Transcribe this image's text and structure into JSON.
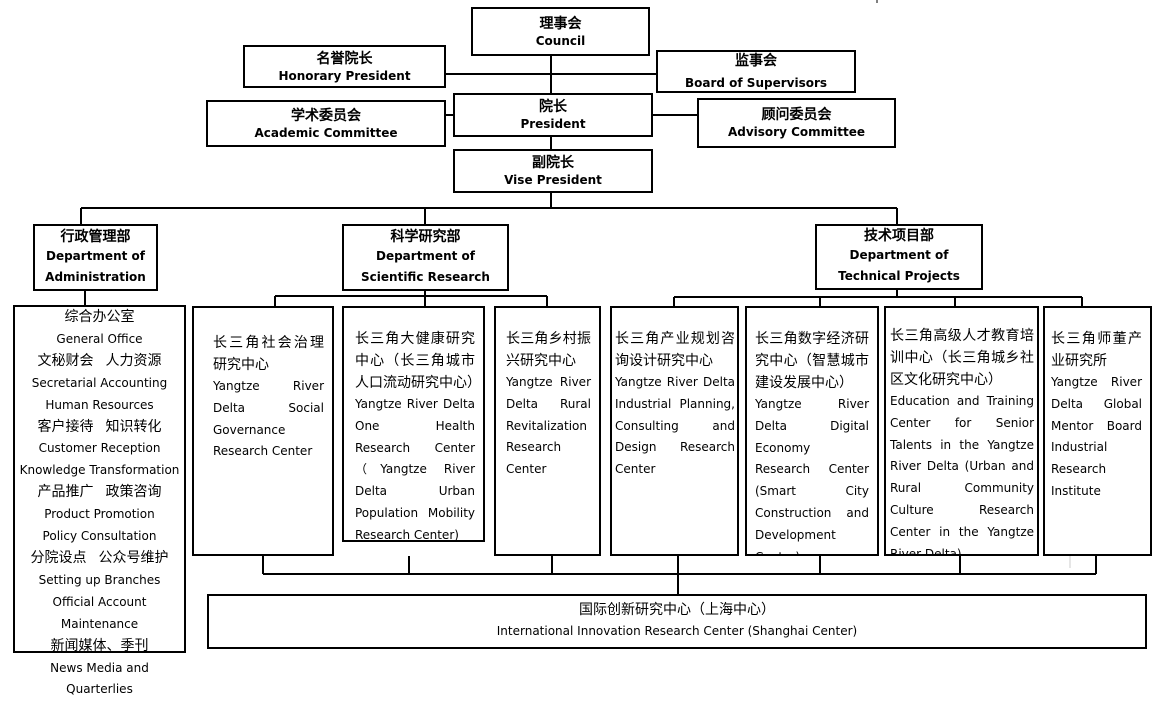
{
  "council": {
    "zh": "理事会",
    "en": "Council"
  },
  "honorary_president": {
    "zh": "名誉院长",
    "en": "Honorary President"
  },
  "supervisors": {
    "zh": "监事会",
    "en": "Board of Supervisors"
  },
  "president": {
    "zh": "院长",
    "en": "President"
  },
  "academic_committee": {
    "zh": "学术委员会",
    "en": "Academic Committee"
  },
  "advisory_committee": {
    "zh": "顾问委员会",
    "en": "Advisory Committee"
  },
  "vice_president": {
    "zh": "副院长",
    "en": "Vise President"
  },
  "departments": [
    {
      "zh": "行政管理部",
      "en1": "Department of",
      "en2": "Administration"
    },
    {
      "zh": "科学研究部",
      "en1": "Department of",
      "en2": "Scientific Research"
    },
    {
      "zh": "技术项目部",
      "en1": "Department of",
      "en2": "Technical Projects"
    }
  ],
  "admin_office": {
    "rows": [
      {
        "zh": [
          "综合办公室"
        ],
        "en": [
          "General Office"
        ]
      },
      {
        "zh": [
          "文秘财会",
          "人力资源"
        ],
        "en": [
          "Secretarial Accounting",
          "Human Resources"
        ]
      },
      {
        "zh": [
          "客户接待",
          "知识转化"
        ],
        "en": [
          "Customer Reception",
          "Knowledge Transformation"
        ]
      },
      {
        "zh": [
          "产品推广",
          "政策咨询"
        ],
        "en": [
          "Product Promotion",
          "Policy Consultation"
        ]
      },
      {
        "zh": [
          "分院设点",
          "公众号维护"
        ],
        "en": [
          "Setting up Branches",
          "Official Account Maintenance"
        ]
      },
      {
        "zh": [
          "新闻媒体、季刊"
        ],
        "en": [
          "News Media and Quarterlies"
        ]
      }
    ]
  },
  "research_centers": [
    {
      "zh": "长三角社会治理研究中心",
      "en": "Yangtze River Delta Social Governance Research Center"
    },
    {
      "zh": "长三角大健康研究中心（长三角城市人口流动研究中心）",
      "en": "Yangtze River Delta One Health Research Center （Yangtze River Delta Urban Population Mobility Research Center)"
    },
    {
      "zh": "长三角乡村振兴研究中心",
      "en": "Yangtze River Delta Rural Revitalization Research Center"
    },
    {
      "zh": "长三角产业规划咨询设计研究中心",
      "en": "Yangtze River Delta Industrial Planning, Consulting and Design Research Center"
    },
    {
      "zh": "长三角数字经济研究中心（智慧城市建设发展中心）",
      "en": "Yangtze River Delta Digital Economy Research Center (Smart City Construction and Development Center)"
    },
    {
      "zh": "长三角高级人才教育培训中心（长三角城乡社区文化研究中心）",
      "en": "Education and Training Center for Senior Talents in the Yangtze River Delta (Urban and Rural Community Culture Research Center in the Yangtze River Delta)"
    },
    {
      "zh": "长三角师董产业研究所",
      "en": "Yangtze River Delta Global Mentor Board Industrial Research Institute"
    }
  ],
  "shanghai_center": {
    "zh": "国际创新研究中心（上海中心）",
    "en": "International Innovation Research Center (Shanghai Center)"
  }
}
